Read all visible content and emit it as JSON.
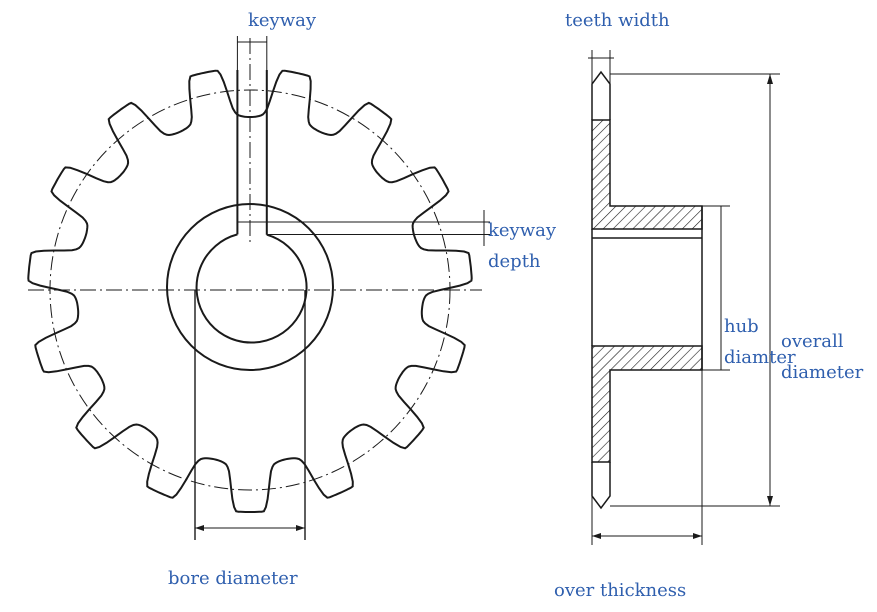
{
  "labels": {
    "keyway": "keyway",
    "teeth_width": "teeth  width",
    "keyway_depth_line1": "keyway",
    "keyway_depth_line2": "depth",
    "hub_line1": "hub",
    "hub_line2": "diamter",
    "overall_line1": "overall",
    "overall_line2": "diameter",
    "bore_diameter": "bore  diameter",
    "over_thickness": "over  thickness"
  },
  "sprocket": {
    "tooth_count": 15
  },
  "colors": {
    "line": "#1a1a1a",
    "label": "#2f5fae",
    "background": "#ffffff"
  }
}
